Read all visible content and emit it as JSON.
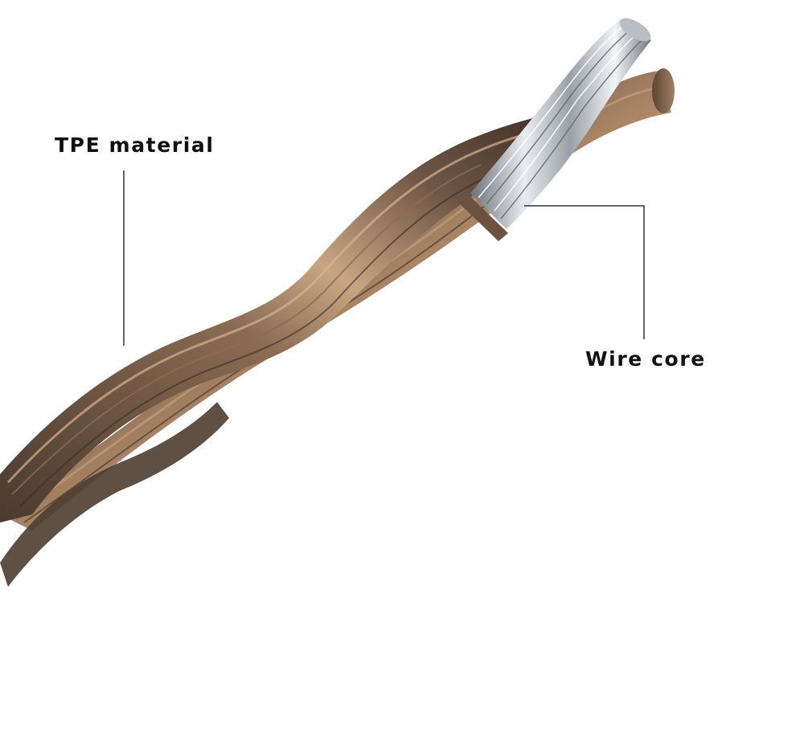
{
  "image": {
    "subject": "twisted-cable-cross-section",
    "colors": {
      "background": "#ffffff",
      "jacket_dark": "#4a3b30",
      "jacket_mid": "#7a5f4a",
      "jacket_highlight": "#c4a07e",
      "core_metal": "#cfd3d8",
      "core_shadow": "#6d7278",
      "leader_line": "#333333",
      "label_text": "#111111"
    }
  },
  "callouts": {
    "tpe": {
      "text": "TPE material"
    },
    "core": {
      "text": "Wire core"
    }
  }
}
